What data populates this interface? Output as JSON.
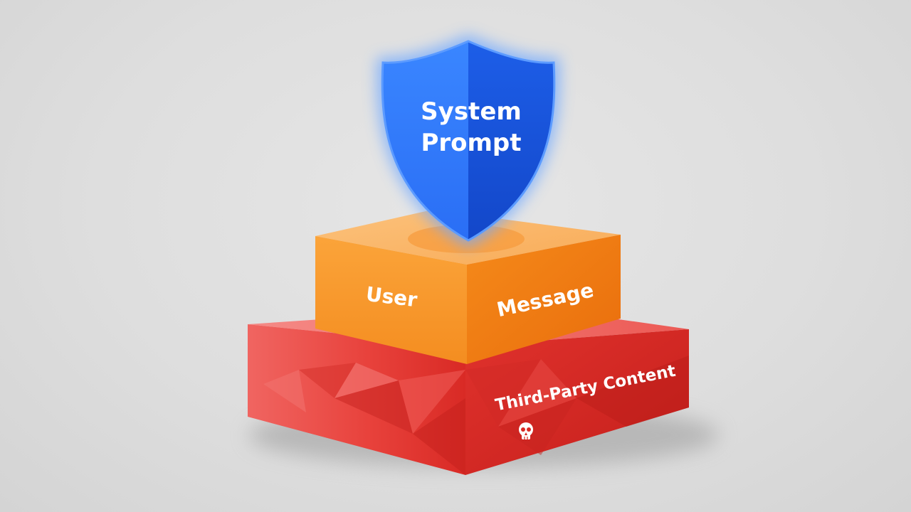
{
  "layers": {
    "top": {
      "line1": "System",
      "line2": "Prompt",
      "icon": "shield-icon",
      "color": "#1f5fe8"
    },
    "middle": {
      "word1": "User",
      "word2": "Message",
      "color": "#f4891c"
    },
    "bottom": {
      "label": "Third-Party Content",
      "icon": "skull-icon",
      "color": "#e43a35"
    }
  },
  "colors": {
    "background": "#dedede",
    "glow": "#6fa8ff"
  }
}
